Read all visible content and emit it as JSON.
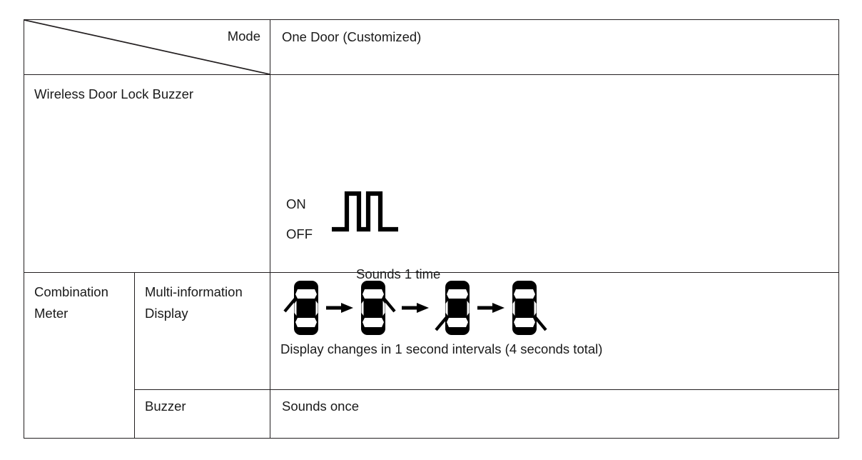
{
  "table": {
    "header": {
      "corner_label": "Mode",
      "mode_value": "One Door  (Customized)"
    },
    "rows": [
      {
        "id": "wireless-door-lock-buzzer",
        "label": "Wireless Door Lock Buzzer",
        "signal": {
          "on_label": "ON",
          "off_label": "OFF",
          "caption": "Sounds 1 time",
          "pulses": 2
        }
      },
      {
        "id": "combination-meter",
        "label_line_1": "Combination",
        "label_line_2": "Meter",
        "subrows": [
          {
            "id": "multi-information-display",
            "label_line_1": "Multi-information",
            "label_line_2": "Display",
            "caption": "Display changes in 1 second intervals (4 seconds total)",
            "sequence": [
              {
                "step": 1,
                "door": "front-left",
                "indicator": "upper-left"
              },
              {
                "step": 2,
                "door": "front-right",
                "indicator": "upper-right"
              },
              {
                "step": 3,
                "door": "rear-left",
                "indicator": "lower-left"
              },
              {
                "step": 4,
                "door": "rear-right",
                "indicator": "lower-right"
              }
            ],
            "arrow_count": 3
          },
          {
            "id": "buzzer",
            "label": "Buzzer",
            "value": "Sounds once"
          }
        ]
      }
    ]
  },
  "colors": {
    "border": "#231f20",
    "ink": "#1a1a1a",
    "graphic": "#000000",
    "background": "#ffffff"
  }
}
